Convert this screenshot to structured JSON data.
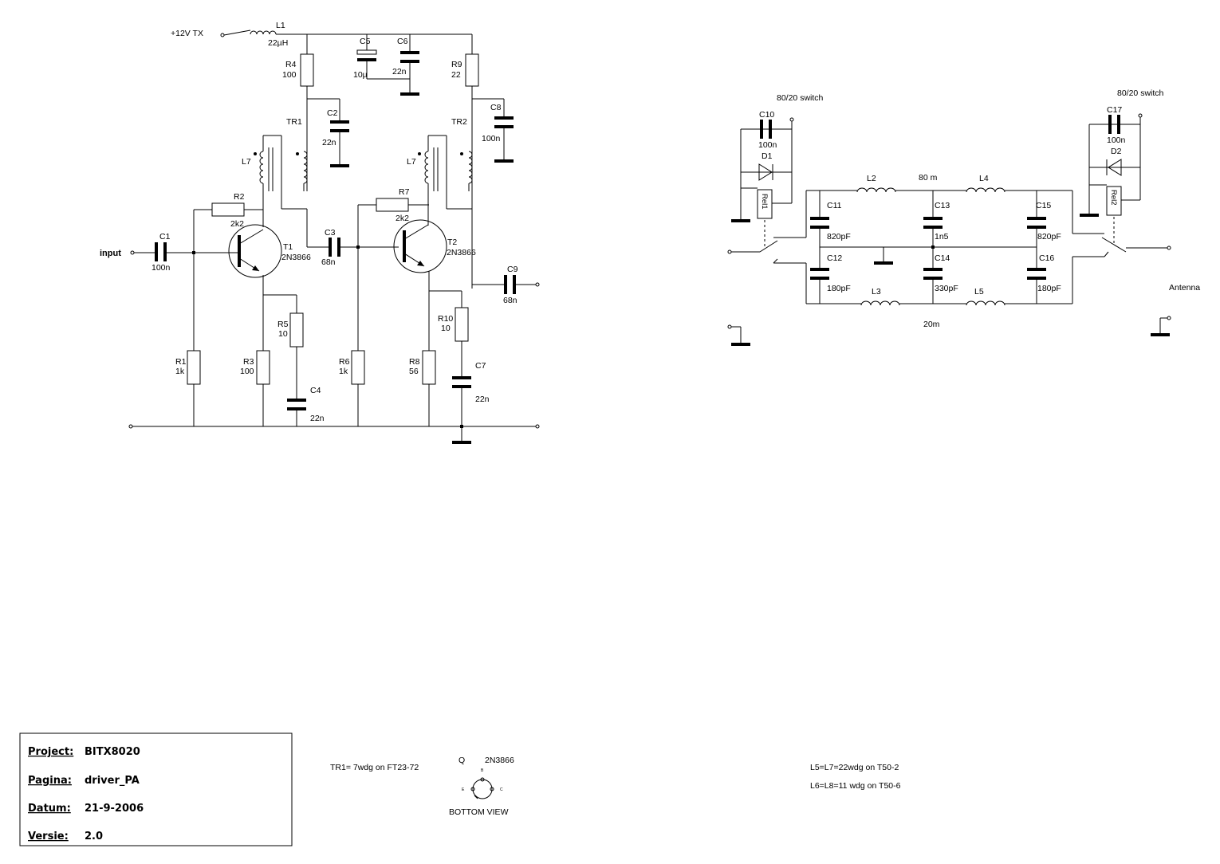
{
  "driver": {
    "supply_label": "+12V TX",
    "input_label": "input",
    "L1": {
      "name": "L1",
      "value": "22µH"
    },
    "R4": {
      "name": "R4",
      "value": "100"
    },
    "C5": {
      "name": "C5",
      "value": "10µ"
    },
    "C6": {
      "name": "C6",
      "value": "22n"
    },
    "R9": {
      "name": "R9",
      "value": "22"
    },
    "C2": {
      "name": "C2",
      "value": "22n"
    },
    "C8": {
      "name": "C8",
      "value": "100n"
    },
    "TR1": "TR1",
    "TR2": "TR2",
    "L7a": "L7",
    "L7b": "L7",
    "R2": {
      "name": "R2",
      "value": "2k2"
    },
    "R7": {
      "name": "R7",
      "value": "2k2"
    },
    "C1": {
      "name": "C1",
      "value": "100n"
    },
    "T1": {
      "name": "T1",
      "value": "2N3866"
    },
    "T2": {
      "name": "T2",
      "value": "2N3866"
    },
    "C3": {
      "name": "C3",
      "value": "68n"
    },
    "C9": {
      "name": "C9",
      "value": "68n"
    },
    "R1": {
      "name": "R1",
      "value": "1k"
    },
    "R3": {
      "name": "R3",
      "value": "100"
    },
    "R5": {
      "name": "R5",
      "value": "10"
    },
    "C4": {
      "name": "C4",
      "value": "22n"
    },
    "R6": {
      "name": "R6",
      "value": "1k"
    },
    "R8": {
      "name": "R8",
      "value": "56"
    },
    "R10": {
      "name": "R10",
      "value": "10"
    },
    "C7": {
      "name": "C7",
      "value": "22n"
    }
  },
  "filter": {
    "switch_left": "80/20 switch",
    "switch_right": "80/20 switch",
    "C10": {
      "name": "C10",
      "value": "100n"
    },
    "C17": {
      "name": "C17",
      "value": "100n"
    },
    "D1": "D1",
    "D2": "D2",
    "Rel1": "Rel1",
    "Rel2": "Rel2",
    "L2": "L2",
    "L4": "L4",
    "band_80": "80 m",
    "L3": "L3",
    "L5": "L5",
    "band_20": "20m",
    "C11": {
      "name": "C11",
      "value": "820pF"
    },
    "C12": {
      "name": "C12",
      "value": "180pF"
    },
    "C13": {
      "name": "C13",
      "value": "1n5"
    },
    "C14": {
      "name": "C14",
      "value": "330pF"
    },
    "C15": {
      "name": "C15",
      "value": "820pF"
    },
    "C16": {
      "name": "C16",
      "value": "180pF"
    },
    "antenna_label": "Antenna"
  },
  "notes": {
    "tr1": "TR1= 7wdg  on FT23-72",
    "transistor_q": "Q",
    "transistor_part": "2N3866",
    "pin_b": "B",
    "pin_e": "E",
    "pin_c": "C",
    "bottom_view": "BOTTOM VIEW",
    "coils_1": "L5=L7=22wdg on T50-2",
    "coils_2": "L6=L8=11 wdg on T50-6"
  },
  "title_block": {
    "project_key": "Project:",
    "project_val": "BITX8020",
    "pagina_key": "Pagina:",
    "pagina_val": "driver_PA",
    "datum_key": "Datum:",
    "datum_val": "21-9-2006",
    "versie_key": "Versie:",
    "versie_val": "2.0"
  }
}
